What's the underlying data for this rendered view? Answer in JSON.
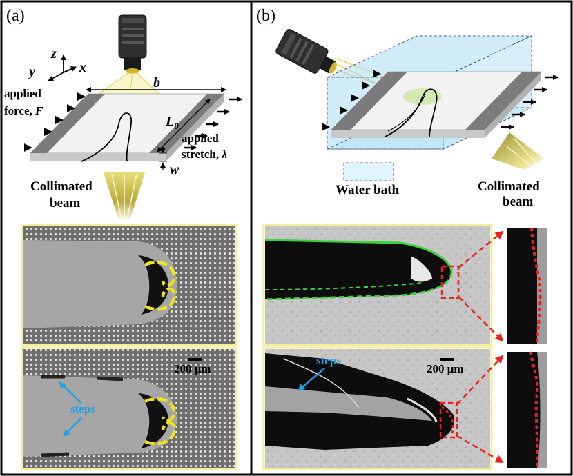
{
  "panels": {
    "a": {
      "tag": "(a)",
      "axes": {
        "z": "z",
        "y": "y",
        "x": "x"
      },
      "applied_force": {
        "line1": "applied",
        "line2": "force, ",
        "symbol": "F"
      },
      "width_label": "b",
      "length_label": {
        "symbol": "L",
        "subscript": "0"
      },
      "applied_stretch": {
        "line1": "applied",
        "line2": "stretch, ",
        "symbol": "λ"
      },
      "thickness_label": "w",
      "beam": {
        "line1": "Collimated",
        "line2": "beam"
      },
      "scale_bar": "200 μm",
      "steps_label": "steps"
    },
    "b": {
      "tag": "(b)",
      "water_bath": "Water bath",
      "beam": {
        "line1": "Collimated",
        "line2": "beam"
      },
      "scale_bar": "200 μm",
      "steps_label": "steps"
    }
  },
  "colors": {
    "frame": "#000000",
    "image_border": "#f4ee9a",
    "trace_yellow": "#f2e21c",
    "trace_green": "#3ad43a",
    "trace_red": "#e8231c",
    "arrow_cyan": "#1aa3e6",
    "water": "#a9dcf3",
    "plate_top": "#7b7b7b",
    "plate_side": "#c9c9c9"
  }
}
